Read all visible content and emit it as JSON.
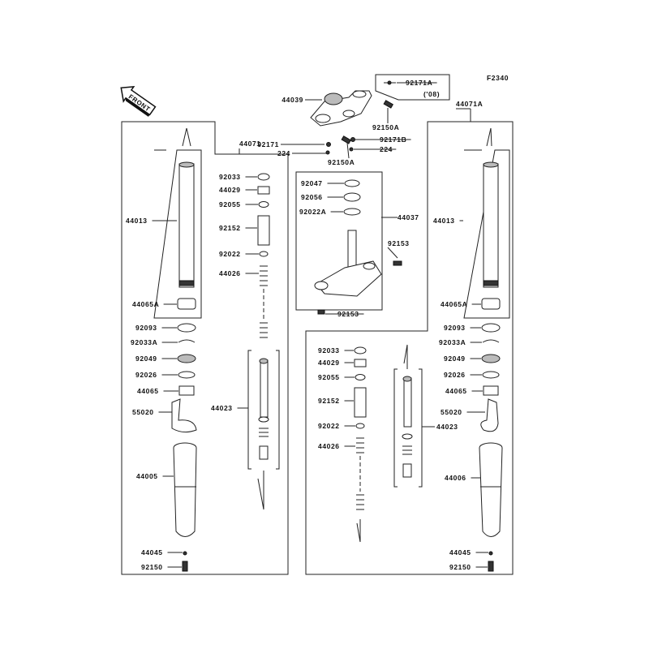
{
  "diagram_code": "F2340",
  "front_logo": "FRONT",
  "top": {
    "upper_bracket": "44039",
    "note_part": "92171A",
    "note_year": "('08)",
    "bolt_right": "92150A",
    "bolt_left": "92150A",
    "clamp_left": "92171",
    "nut_left": "224",
    "clamp_right": "92171B",
    "nut_right": "224"
  },
  "left_fork": {
    "assembly": "44071",
    "inner_tube": "44013",
    "bushing_a": "44065A",
    "dust_seal": "92093",
    "stopper_ring": "92033A",
    "oil_seal": "92049",
    "washer": "92026",
    "bushing": "44065",
    "guard": "55020",
    "outer_tube": "44005",
    "gasket": "44045",
    "bottom_bolt": "92150",
    "ring": "92033",
    "cap": "44029",
    "o_ring": "92055",
    "collar": "92152",
    "washer2": "92022",
    "spring": "44026",
    "cylinder": "44023"
  },
  "steering": {
    "stem": "44037",
    "seal": "92047",
    "bearing": "92056",
    "washer": "92022A",
    "bolt_upper": "92153",
    "bolt_lower": "92153"
  },
  "right_fork": {
    "assembly": "44071A",
    "inner_tube": "44013",
    "bushing_a": "44065A",
    "dust_seal": "92093",
    "stopper_ring": "92033A",
    "oil_seal": "92049",
    "washer": "92026",
    "bushing": "44065",
    "guard": "55020",
    "outer_tube": "44006",
    "gasket": "44045",
    "bottom_bolt": "92150",
    "ring": "92033",
    "cap": "44029",
    "o_ring": "92055",
    "collar": "92152",
    "washer2": "92022",
    "spring": "44026",
    "cylinder": "44023"
  }
}
